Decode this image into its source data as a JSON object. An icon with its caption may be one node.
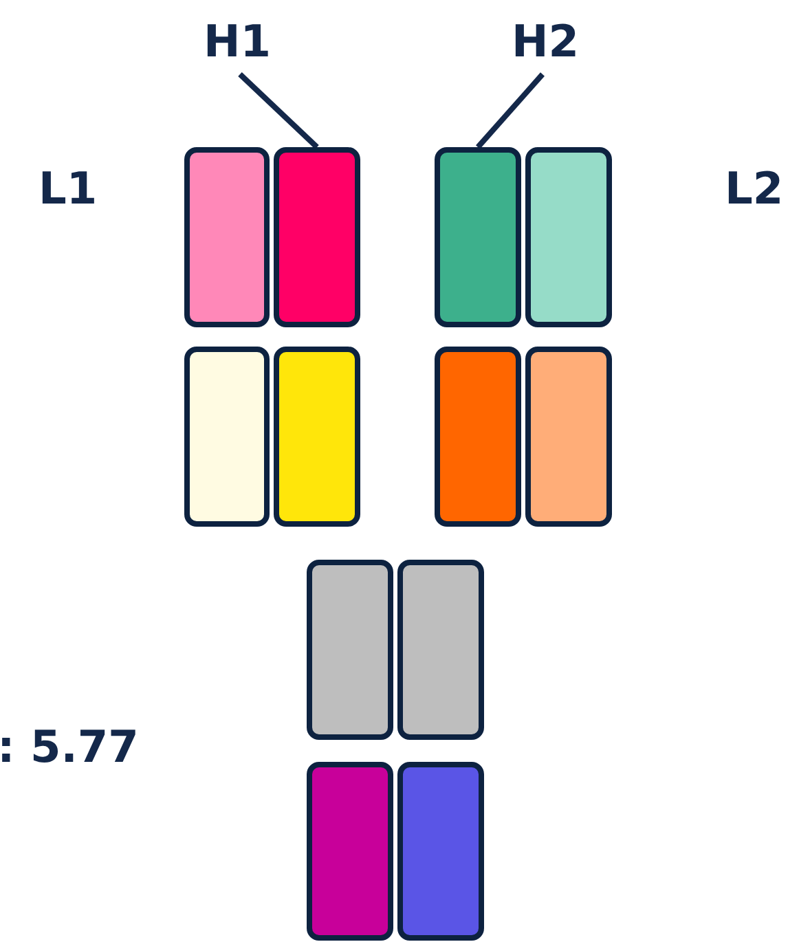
{
  "diagram": {
    "nodes": [
      {
        "text": [
          "H1"
        ]
      },
      {
        "text": [
          "H2"
        ]
      },
      {
        "text": [],
        "shape": "box"
      },
      {
        "text": [],
        "shape": "box"
      },
      {
        "text": [],
        "shape": "box"
      },
      {
        "text": [],
        "shape": "box"
      },
      {
        "text": [],
        "shape": "box"
      },
      {
        "text": [],
        "shape": "box"
      },
      {
        "text": [],
        "shape": "box"
      },
      {
        "text": [],
        "shape": "box"
      },
      {
        "text": [],
        "shape": "box"
      },
      {
        "text": [],
        "shape": "box"
      },
      {
        "text": [],
        "shape": "box"
      },
      {
        "text": [],
        "shape": "box"
      }
    ],
    "edges": [
      {
        "from": 0,
        "to": 3,
        "arrow": "none"
      },
      {
        "from": 1,
        "to": 4,
        "arrow": "none"
      }
    ],
    "labels": [
      "L1",
      "L2",
      ": 5.77"
    ]
  }
}
